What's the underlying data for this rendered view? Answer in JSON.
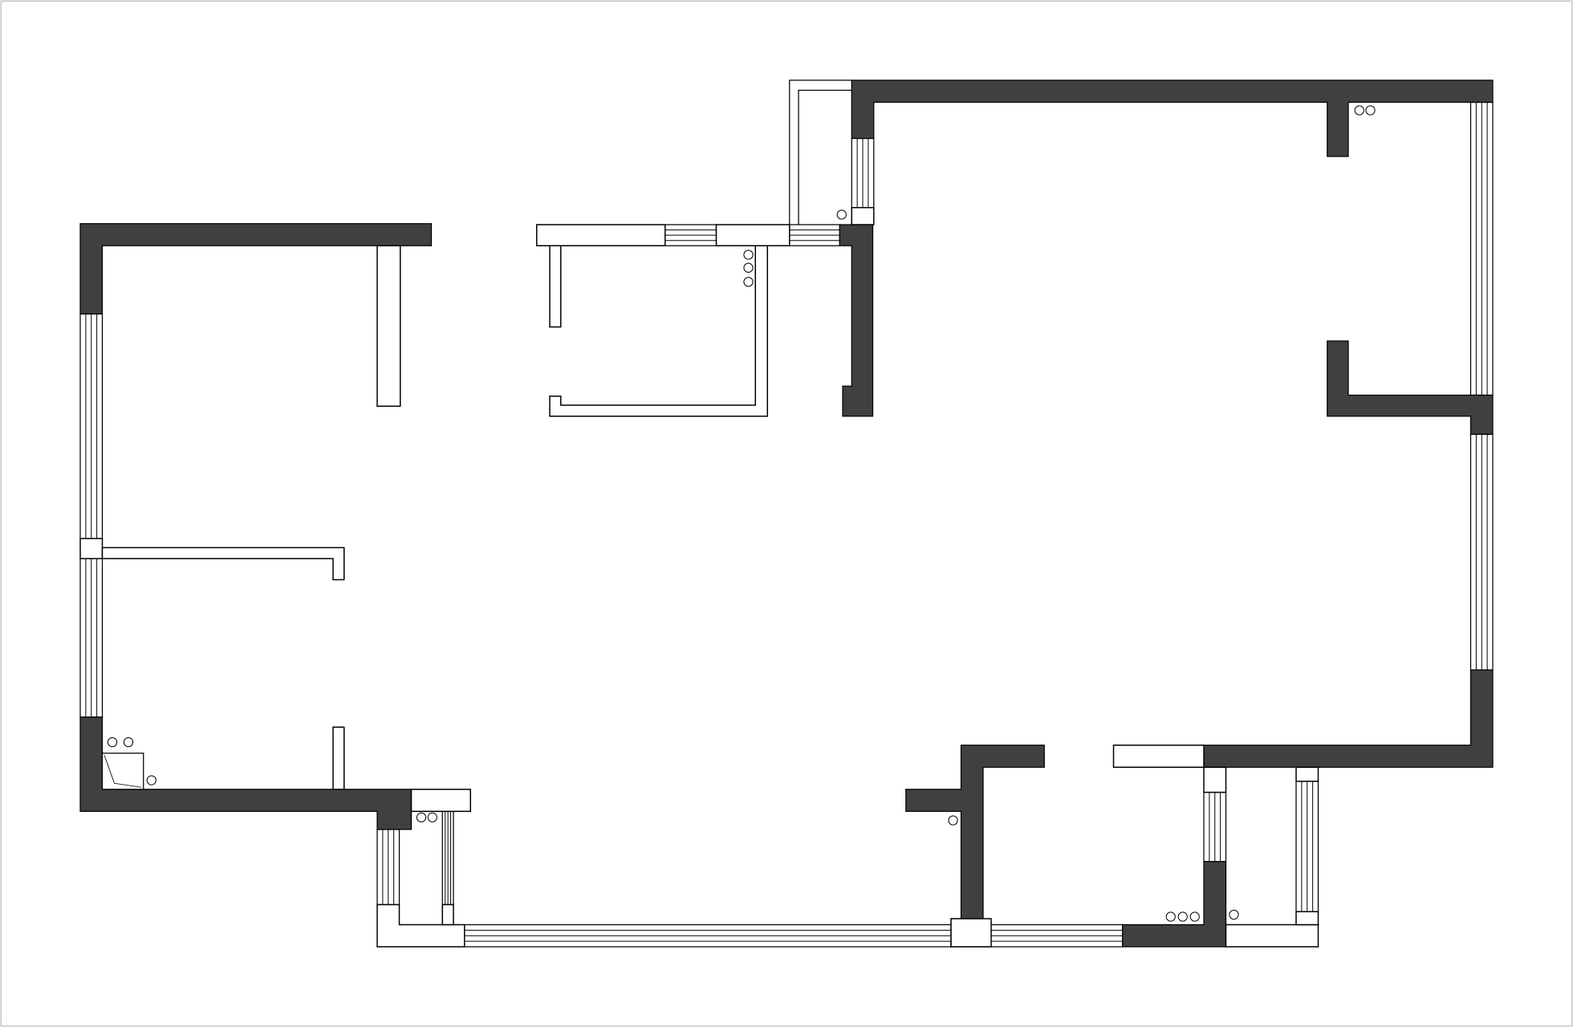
{
  "diagram": {
    "type": "floor-plan",
    "colors": {
      "background": "#ffffff",
      "wall_fill": "#404040",
      "partition_fill": "#ffffff",
      "line": "#000000",
      "frame": "#bbbbbb"
    },
    "elements": {
      "bearing_wall_count": 17,
      "window_count": 9,
      "partition_count": 10,
      "pipe_marker_count": 14
    }
  }
}
